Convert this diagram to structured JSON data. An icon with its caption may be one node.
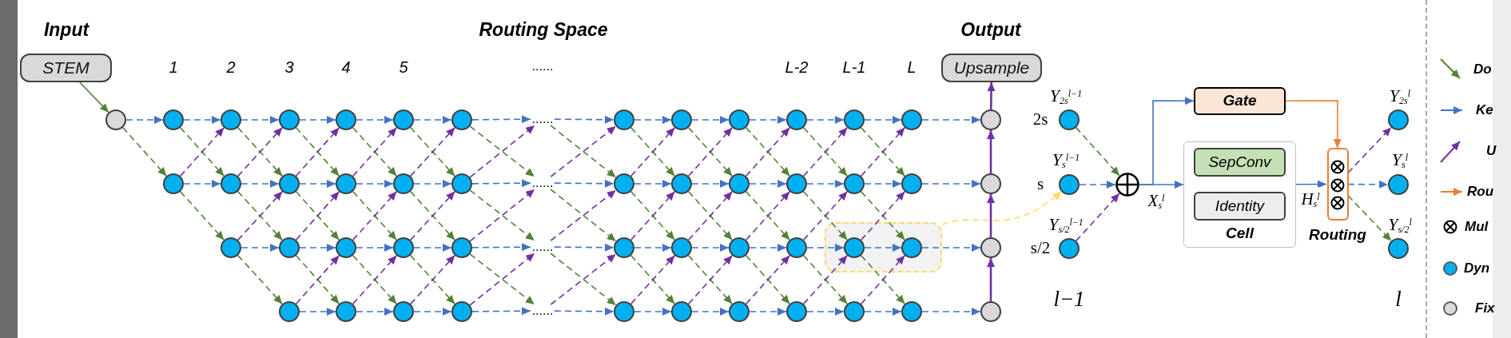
{
  "diagram": {
    "nodes": [
      {
        "text": [
          "STEM"
        ]
      },
      {
        "text": [],
        "shape": "circle"
      },
      {
        "text": [],
        "shape": "circle"
      },
      {
        "text": [],
        "shape": "circle"
      },
      {
        "text": [],
        "shape": "circle"
      },
      {
        "text": [],
        "shape": "circle"
      },
      {
        "text": [],
        "shape": "circle"
      },
      {
        "text": [],
        "shape": "circle"
      },
      {
        "text": [],
        "shape": "circle"
      },
      {
        "text": [],
        "shape": "circle"
      },
      {
        "text": [],
        "shape": "circle"
      },
      {
        "text": [],
        "shape": "circle"
      },
      {
        "text": [],
        "shape": "circle"
      },
      {
        "text": [],
        "shape": "circle"
      },
      {
        "text": [],
        "shape": "circle"
      },
      {
        "text": [],
        "shape": "circle"
      },
      {
        "text": [],
        "shape": "circle"
      },
      {
        "text": [],
        "shape": "circle"
      },
      {
        "text": [],
        "shape": "circle"
      },
      {
        "text": [],
        "shape": "circle"
      },
      {
        "text": [],
        "shape": "circle"
      },
      {
        "text": [],
        "shape": "circle"
      },
      {
        "text": [],
        "shape": "circle"
      },
      {
        "text": [],
        "shape": "box"
      },
      {
        "text": [],
        "shape": "circle"
      },
      {
        "text": [],
        "shape": "circle"
      },
      {
        "text": [],
        "shape": "circle"
      },
      {
        "text": [],
        "shape": "circle"
      },
      {
        "text": [],
        "shape": "circle"
      },
      {
        "text": [],
        "shape": "circle"
      },
      {
        "text": [],
        "shape": "circle"
      },
      {
        "text": [],
        "shape": "circle"
      },
      {
        "text": [],
        "shape": "circle"
      },
      {
        "text": [],
        "shape": "circle"
      },
      {
        "text": [],
        "shape": "circle"
      },
      {
        "text": [],
        "shape": "circle"
      },
      {
        "text": [],
        "shape": "circle"
      },
      {
        "text": [],
        "shape": "circle"
      },
      {
        "text": [],
        "shape": "circle"
      },
      {
        "text": [],
        "shape": "circle"
      },
      {
        "text": [],
        "shape": "circle"
      },
      {
        "text": [],
        "shape": "circle"
      },
      {
        "text": [],
        "shape": "circle",
        "in": 23
      },
      {
        "text": [],
        "shape": "circle"
      },
      {
        "text": [],
        "shape": "circle"
      },
      {
        "text": [],
        "shape": "circle"
      },
      {
        "text": [],
        "shape": "circle",
        "in": 23
      },
      {
        "text": [],
        "shape": "circle"
      },
      {
        "text": [],
        "shape": "circle"
      },
      {
        "text": [],
        "shape": "circle"
      },
      {
        "text": [],
        "shape": "circle"
      },
      {
        "text": [],
        "shape": "circle"
      },
      {
        "text": [
          "Upsample"
        ]
      },
      {
        "text": [],
        "shape": "circle",
        "beside": [
          "Y$_{2s}$$^{l−1}$",
          "2s"
        ]
      },
      {
        "text": [],
        "shape": "circle",
        "beside": [
          "Y$_{s}$$^{l−1}$",
          "s"
        ]
      },
      {
        "text": [],
        "shape": "circle",
        "beside": [
          "Y$_{s/2}$$^{l−1}$",
          "s/2"
        ]
      },
      {
        "text": [],
        "shape": "circle"
      },
      {
        "text": [
          "Gate"
        ]
      },
      {
        "text": [
          "Cell"
        ]
      },
      {
        "text": [
          "SepConv"
        ],
        "in": 58
      },
      {
        "text": [
          "Identity"
        ],
        "in": 58
      },
      {
        "text": [
          "Routing"
        ]
      },
      {
        "text": [],
        "shape": "circle",
        "beside": [
          "Y$_{2s}$$^{l}$"
        ]
      },
      {
        "text": [],
        "shape": "circle",
        "beside": [
          "Y$_{s}$$^{l}$"
        ]
      },
      {
        "text": [],
        "shape": "circle",
        "beside": [
          "Y$_{s/2}$$^{l}$"
        ]
      },
      {
        "text": [
          "......"
        ]
      },
      {
        "text": [
          "......"
        ]
      },
      {
        "text": [
          "......"
        ]
      },
      {
        "text": [
          "......"
        ]
      }
    ],
    "edges": [
      {
        "from": 0,
        "to": 1,
        "arrow": "to",
        "color": "#548235"
      },
      {
        "from": 1,
        "to": 2,
        "arrow": "to",
        "style": "dashed"
      },
      {
        "from": 1,
        "to": 3,
        "arrow": "to",
        "style": "dashed",
        "color": "#548235"
      },
      {
        "from": 2,
        "to": 4,
        "arrow": "to",
        "style": "dashed"
      },
      {
        "from": 3,
        "to": 5,
        "arrow": "to",
        "style": "dashed"
      },
      {
        "from": 2,
        "to": 5,
        "arrow": "to",
        "style": "dashed",
        "color": "#548235"
      },
      {
        "from": 3,
        "to": 6,
        "arrow": "to",
        "style": "dashed",
        "color": "#548235"
      },
      {
        "from": 3,
        "to": 4,
        "arrow": "to",
        "style": "dashed",
        "color": "#7030a0"
      },
      {
        "from": 4,
        "to": 7,
        "arrow": "to",
        "style": "dashed"
      },
      {
        "from": 5,
        "to": 8,
        "arrow": "to",
        "style": "dashed"
      },
      {
        "from": 6,
        "to": 9,
        "arrow": "to",
        "style": "dashed"
      },
      {
        "from": 4,
        "to": 8,
        "arrow": "to",
        "style": "dashed",
        "color": "#548235"
      },
      {
        "from": 5,
        "to": 9,
        "arrow": "to",
        "style": "dashed",
        "color": "#548235"
      },
      {
        "from": 6,
        "to": 10,
        "arrow": "to",
        "style": "dashed",
        "color": "#548235"
      },
      {
        "from": 5,
        "to": 7,
        "arrow": "to",
        "style": "dashed",
        "color": "#7030a0"
      },
      {
        "from": 6,
        "to": 8,
        "arrow": "to",
        "style": "dashed",
        "color": "#7030a0"
      },
      {
        "from": 7,
        "to": 11,
        "arrow": "to",
        "style": "dashed"
      },
      {
        "from": 8,
        "to": 12,
        "arrow": "to",
        "style": "dashed"
      },
      {
        "from": 9,
        "to": 13,
        "arrow": "to",
        "style": "dashed"
      },
      {
        "from": 10,
        "to": 14,
        "arrow": "to",
        "style": "dashed"
      },
      {
        "from": 7,
        "to": 12,
        "arrow": "to",
        "style": "dashed",
        "color": "#548235"
      },
      {
        "from": 8,
        "to": 13,
        "arrow": "to",
        "style": "dashed",
        "color": "#548235"
      },
      {
        "from": 9,
        "to": 14,
        "arrow": "to",
        "style": "dashed",
        "color": "#548235"
      },
      {
        "from": 8,
        "to": 11,
        "arrow": "to",
        "style": "dashed",
        "color": "#7030a0"
      },
      {
        "from": 9,
        "to": 12,
        "arrow": "to",
        "style": "dashed",
        "color": "#7030a0"
      },
      {
        "from": 10,
        "to": 13,
        "arrow": "to",
        "style": "dashed",
        "color": "#7030a0"
      },
      {
        "from": 11,
        "to": 15,
        "arrow": "to",
        "style": "dashed"
      },
      {
        "from": 12,
        "to": 16,
        "arrow": "to",
        "style": "dashed"
      },
      {
        "from": 13,
        "to": 17,
        "arrow": "to",
        "style": "dashed"
      },
      {
        "from": 14,
        "to": 18,
        "arrow": "to",
        "style": "dashed"
      },
      {
        "from": 11,
        "to": 16,
        "arrow": "to",
        "style": "dashed",
        "color": "#548235"
      },
      {
        "from": 12,
        "to": 17,
        "arrow": "to",
        "style": "dashed",
        "color": "#548235"
      },
      {
        "from": 13,
        "to": 18,
        "arrow": "to",
        "style": "dashed",
        "color": "#548235"
      },
      {
        "from": 12,
        "to": 15,
        "arrow": "to",
        "style": "dashed",
        "color": "#7030a0"
      },
      {
        "from": 13,
        "to": 16,
        "arrow": "to",
        "style": "dashed",
        "color": "#7030a0"
      },
      {
        "from": 14,
        "to": 17,
        "arrow": "to",
        "style": "dashed",
        "color": "#7030a0"
      },
      {
        "from": 15,
        "to": 19,
        "arrow": "to",
        "style": "dashed"
      },
      {
        "from": 16,
        "to": 20,
        "arrow": "to",
        "style": "dashed"
      },
      {
        "from": 17,
        "to": 21,
        "arrow": "to",
        "style": "dashed"
      },
      {
        "from": 18,
        "to": 22,
        "arrow": "to",
        "style": "dashed"
      },
      {
        "from": 15,
        "to": 20,
        "arrow": "to",
        "style": "dashed",
        "color": "#548235"
      },
      {
        "from": 16,
        "to": 21,
        "arrow": "to",
        "style": "dashed",
        "color": "#548235"
      },
      {
        "from": 17,
        "to": 22,
        "arrow": "to",
        "style": "dashed",
        "color": "#548235"
      },
      {
        "from": 16,
        "to": 19,
        "arrow": "to",
        "style": "dashed",
        "color": "#7030a0"
      },
      {
        "from": 17,
        "to": 20,
        "arrow": "to",
        "style": "dashed",
        "color": "#7030a0"
      },
      {
        "from": 18,
        "to": 21,
        "arrow": "to",
        "style": "dashed",
        "color": "#7030a0"
      },
      {
        "from": 19,
        "to": 65,
        "arrow": "to",
        "style": "dashed"
      },
      {
        "from": 20,
        "to": 66,
        "arrow": "to",
        "style": "dashed"
      },
      {
        "from": 21,
        "to": 67,
        "arrow": "to",
        "style": "dashed"
      },
      {
        "from": 22,
        "to": 68,
        "arrow": "to",
        "style": "dashed"
      },
      {
        "from": 19,
        "to": 66,
        "arrow": "to",
        "style": "dashed",
        "color": "#548235"
      },
      {
        "from": 20,
        "to": 67,
        "arrow": "to",
        "style": "dashed",
        "color": "#548235"
      },
      {
        "from": 21,
        "to": 68,
        "arrow": "to",
        "style": "dashed",
        "color": "#548235"
      },
      {
        "from": 20,
        "to": 65,
        "arrow": "to",
        "style": "dashed",
        "color": "#7030a0"
      },
      {
        "from": 21,
        "to": 66,
        "arrow": "to",
        "style": "dashed",
        "color": "#7030a0"
      },
      {
        "from": 22,
        "to": 67,
        "arrow": "to",
        "style": "dashed",
        "color": "#7030a0"
      },
      {
        "from": 65,
        "to": 24,
        "arrow": "to",
        "style": "dashed"
      },
      {
        "from": 66,
        "to": 25,
        "arrow": "to",
        "style": "dashed"
      },
      {
        "from": 67,
        "to": 26,
        "arrow": "to",
        "style": "dashed"
      },
      {
        "from": 68,
        "to": 27,
        "arrow": "to",
        "style": "dashed"
      },
      {
        "from": 65,
        "to": 25,
        "arrow": "to",
        "style": "dashed",
        "color": "#548235"
      },
      {
        "from": 66,
        "to": 26,
        "arrow": "to",
        "style": "dashed",
        "color": "#548235"
      },
      {
        "from": 67,
        "to": 27,
        "arrow": "to",
        "style": "dashed",
        "color": "#548235"
      },
      {
        "from": 66,
        "to": 24,
        "arrow": "to",
        "style": "dashed",
        "color": "#7030a0"
      },
      {
        "from": 67,
        "to": 25,
        "arrow": "to",
        "style": "dashed",
        "color": "#7030a0"
      },
      {
        "from": 68,
        "to": 26,
        "arrow": "to",
        "style": "dashed",
        "color": "#7030a0"
      },
      {
        "from": 24,
        "to": 28,
        "arrow": "to",
        "style": "dashed"
      },
      {
        "from": 25,
        "to": 29,
        "arrow": "to",
        "style": "dashed"
      },
      {
        "from": 26,
        "to": 30,
        "arrow": "to",
        "style": "dashed"
      },
      {
        "from": 27,
        "to": 31,
        "arrow": "to",
        "style": "dashed"
      },
      {
        "from": 24,
        "to": 29,
        "arrow": "to",
        "style": "dashed",
        "color": "#548235"
      },
      {
        "from": 25,
        "to": 30,
        "arrow": "to",
        "style": "dashed",
        "color": "#548235"
      },
      {
        "from": 26,
        "to": 31,
        "arrow": "to",
        "style": "dashed",
        "color": "#548235"
      },
      {
        "from": 25,
        "to": 28,
        "arrow": "to",
        "style": "dashed",
        "color": "#7030a0"
      },
      {
        "from": 26,
        "to": 29,
        "arrow": "to",
        "style": "dashed",
        "color": "#7030a0"
      },
      {
        "from": 27,
        "to": 30,
        "arrow": "to",
        "style": "dashed",
        "color": "#7030a0"
      },
      {
        "from": 28,
        "to": 32,
        "arrow": "to",
        "style": "dashed"
      },
      {
        "from": 29,
        "to": 33,
        "arrow": "to",
        "style": "dashed"
      },
      {
        "from": 30,
        "to": 34,
        "arrow": "to",
        "style": "dashed"
      },
      {
        "from": 31,
        "to": 35,
        "arrow": "to",
        "style": "dashed"
      },
      {
        "from": 28,
        "to": 33,
        "arrow": "to",
        "style": "dashed",
        "color": "#548235"
      },
      {
        "from": 29,
        "to": 34,
        "arrow": "to",
        "style": "dashed",
        "color": "#548235"
      },
      {
        "from": 30,
        "to": 35,
        "arrow": "to",
        "style": "dashed",
        "color": "#548235"
      },
      {
        "from": 29,
        "to": 32,
        "arrow": "to",
        "style": "dashed",
        "color": "#7030a0"
      },
      {
        "from": 30,
        "to": 33,
        "arrow": "to",
        "style": "dashed",
        "color": "#7030a0"
      },
      {
        "from": 31,
        "to": 34,
        "arrow": "to",
        "style": "dashed",
        "color": "#7030a0"
      },
      {
        "from": 32,
        "to": 36,
        "arrow": "to",
        "style": "dashed"
      },
      {
        "from": 33,
        "to": 37,
        "arrow": "to",
        "style": "dashed"
      },
      {
        "from": 34,
        "to": 38,
        "arrow": "to",
        "style": "dashed"
      },
      {
        "from": 35,
        "to": 39,
        "arrow": "to",
        "style": "dashed"
      },
      {
        "from": 32,
        "to": 37,
        "arrow": "to",
        "style": "dashed",
        "color": "#548235"
      },
      {
        "from": 33,
        "to": 38,
        "arrow": "to",
        "style": "dashed",
        "color": "#548235"
      },
      {
        "from": 34,
        "to": 39,
        "arrow": "to",
        "style": "dashed",
        "color": "#548235"
      },
      {
        "from": 33,
        "to": 36,
        "arrow": "to",
        "style": "dashed",
        "color": "#7030a0"
      },
      {
        "from": 34,
        "to": 37,
        "arrow": "to",
        "style": "dashed",
        "color": "#7030a0"
      },
      {
        "from": 35,
        "to": 38,
        "arrow": "to",
        "style": "dashed",
        "color": "#7030a0"
      },
      {
        "from": 36,
        "to": 40,
        "arrow": "to",
        "style": "dashed"
      },
      {
        "from": 37,
        "to": 41,
        "arrow": "to",
        "style": "dashed"
      },
      {
        "from": 38,
        "to": 42,
        "arrow": "to",
        "style": "dashed"
      },
      {
        "from": 39,
        "to": 43,
        "arrow": "to",
        "style": "dashed"
      },
      {
        "from": 36,
        "to": 41,
        "arrow": "to",
        "style": "dashed",
        "color": "#548235"
      },
      {
        "from": 37,
        "to": 42,
        "arrow": "to",
        "style": "dashed",
        "color": "#548235"
      },
      {
        "from": 38,
        "to": 43,
        "arrow": "to",
        "style": "dashed",
        "color": "#548235"
      },
      {
        "from": 37,
        "to": 40,
        "arrow": "to",
        "style": "dashed",
        "color": "#7030a0"
      },
      {
        "from": 38,
        "to": 41,
        "arrow": "to",
        "style": "dashed",
        "color": "#7030a0"
      },
      {
        "from": 39,
        "to": 42,
        "arrow": "to",
        "style": "dashed",
        "color": "#7030a0"
      },
      {
        "from": 40,
        "to": 44,
        "arrow": "to",
        "style": "dashed"
      },
      {
        "from": 41,
        "to": 45,
        "arrow": "to",
        "style": "dashed"
      },
      {
        "from": 42,
        "to": 46,
        "arrow": "to",
        "style": "dashed"
      },
      {
        "from": 43,
        "to": 47,
        "arrow": "to",
        "style": "dashed"
      },
      {
        "from": 40,
        "to": 45,
        "arrow": "to",
        "style": "dashed",
        "color": "#548235"
      },
      {
        "from": 41,
        "to": 46,
        "arrow": "to",
        "style": "dashed",
        "color": "#548235"
      },
      {
        "from": 42,
        "to": 47,
        "arrow": "to",
        "style": "dashed",
        "color": "#548235"
      },
      {
        "from": 41,
        "to": 44,
        "arrow": "to",
        "style": "dashed",
        "color": "#7030a0"
      },
      {
        "from": 42,
        "to": 45,
        "arrow": "to",
        "style": "dashed",
        "color": "#7030a0"
      },
      {
        "from": 43,
        "to": 46,
        "arrow": "to",
        "style": "dashed",
        "color": "#7030a0"
      },
      {
        "from": 44,
        "to": 48,
        "arrow": "to",
        "style": "dashed"
      },
      {
        "from": 45,
        "to": 49,
        "arrow": "to",
        "style": "dashed"
      },
      {
        "from": 46,
        "to": 50,
        "arrow": "to",
        "style": "dashed"
      },
      {
        "from": 47,
        "to": 51,
        "arrow": "to",
        "style": "dashed"
      },
      {
        "from": 51,
        "to": 50,
        "arrow": "to",
        "color": "#7030a0"
      },
      {
        "from": 50,
        "to": 49,
        "arrow": "to",
        "color": "#7030a0"
      },
      {
        "from": 49,
        "to": 48,
        "arrow": "to",
        "color": "#7030a0"
      },
      {
        "from": 48,
        "to": 52,
        "arrow": "to",
        "color": "#7030a0"
      },
      {
        "from": 53,
        "to": 56,
        "arrow": "to",
        "style": "dashed",
        "color": "#548235"
      },
      {
        "from": 54,
        "to": 56,
        "arrow": "to",
        "style": "dashed"
      },
      {
        "from": 55,
        "to": 56,
        "arrow": "to",
        "style": "dashed",
        "color": "#7030a0"
      },
      {
        "from": 56,
        "to": 58,
        "arrow": "to",
        "label": "X$_{s}$$^{l}$"
      },
      {
        "from": 56,
        "to": 57,
        "arrow": "to"
      },
      {
        "from": 57,
        "to": 61,
        "arrow": "to",
        "color": "#ed7d31"
      },
      {
        "from": 58,
        "to": 61,
        "arrow": "to",
        "label": "H$_{s}$$^{l}$"
      },
      {
        "from": 61,
        "to": 62,
        "arrow": "to",
        "style": "dashed",
        "color": "#7030a0"
      },
      {
        "from": 61,
        "to": 63,
        "arrow": "to",
        "style": "dashed"
      },
      {
        "from": 61,
        "to": 64,
        "arrow": "to",
        "style": "dashed",
        "color": "#548235"
      },
      {
        "from": 23,
        "to": 54,
        "arrow": "to",
        "style": "dashed",
        "color": "#ffd966"
      }
    ],
    "labels": [
      "Input",
      "Routing Space",
      "Output",
      "1",
      "2",
      "3",
      "4",
      "5",
      "......",
      "L-2",
      "L-1",
      "L",
      "l−1",
      "l"
    ],
    "legend": [
      {
        "text": "Do"
      },
      {
        "text": "Ke"
      },
      {
        "text": "U"
      },
      {
        "text": "Rou"
      },
      {
        "text": "Mul"
      },
      {
        "text": "Dyn",
        "color": "#00b0f0"
      },
      {
        "text": "Fix",
        "color": "#d9d9d9"
      }
    ]
  }
}
